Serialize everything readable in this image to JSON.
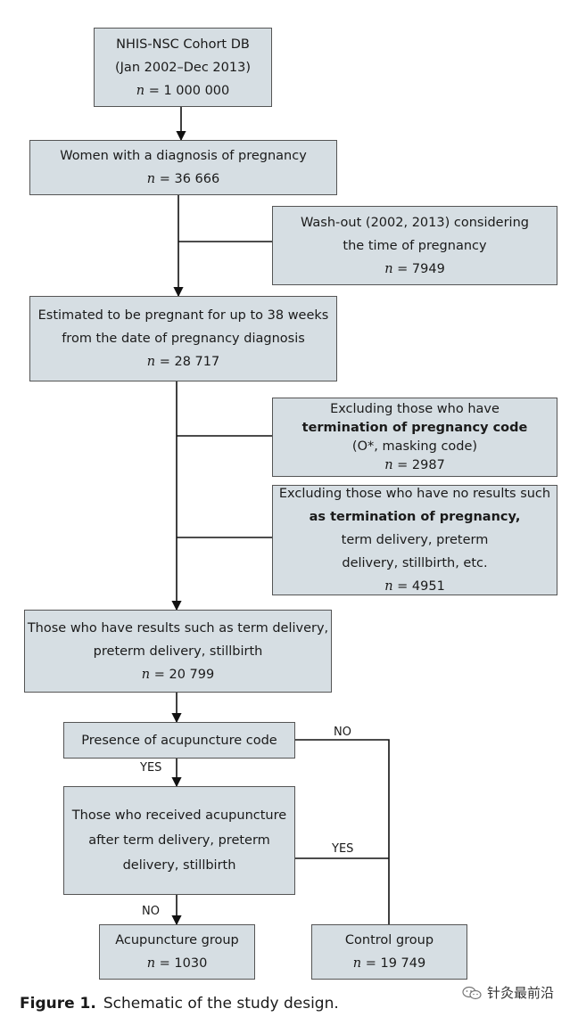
{
  "boxes": {
    "cohort": {
      "lines": [
        "NHIS-NSC Cohort DB",
        "(Jan 2002–Dec 2013)"
      ],
      "n": "= 1 000 000"
    },
    "women": {
      "lines": [
        "Women with a diagnosis of pregnancy"
      ],
      "n": "= 36 666"
    },
    "washout": {
      "lines": [
        "Wash-out (2002, 2013) considering",
        "the time of pregnancy"
      ],
      "n": "= 7949"
    },
    "estimated": {
      "lines": [
        "Estimated to be pregnant for up to 38 weeks",
        "from the date of pregnancy diagnosis"
      ],
      "n": "= 28 717"
    },
    "excl_termination": {
      "lines": [
        "Excluding those who have",
        "termination of pregnancy code",
        "(O*, masking code)"
      ],
      "n": "= 2987"
    },
    "excl_noresults": {
      "lines": [
        "Excluding those who have no results such",
        "as termination of pregnancy,",
        "term delivery, preterm",
        "delivery, stillbirth, etc."
      ],
      "n": "= 4951"
    },
    "results": {
      "lines": [
        "Those who have results such as term delivery,",
        "preterm delivery, stillbirth"
      ],
      "n": "= 20 799"
    },
    "presence": {
      "lines": [
        "Presence of acupuncture code"
      ]
    },
    "received": {
      "lines": [
        "Those who received acupuncture",
        "after term delivery, preterm",
        "delivery, stillbirth"
      ]
    },
    "acupuncture_group": {
      "lines": [
        "Acupuncture group"
      ],
      "n": "= 1030"
    },
    "control_group": {
      "lines": [
        "Control group"
      ],
      "n": "= 19 749"
    }
  },
  "n_symbol": "n",
  "tags": {
    "no_top": "NO",
    "yes_mid": "YES",
    "yes_right": "YES",
    "no_bottom": "NO"
  },
  "caption": {
    "label": "Figure 1.",
    "text": "Schematic of the study design."
  },
  "watermark": {
    "text": "针灸最前沿",
    "icon": "wechat-icon"
  }
}
